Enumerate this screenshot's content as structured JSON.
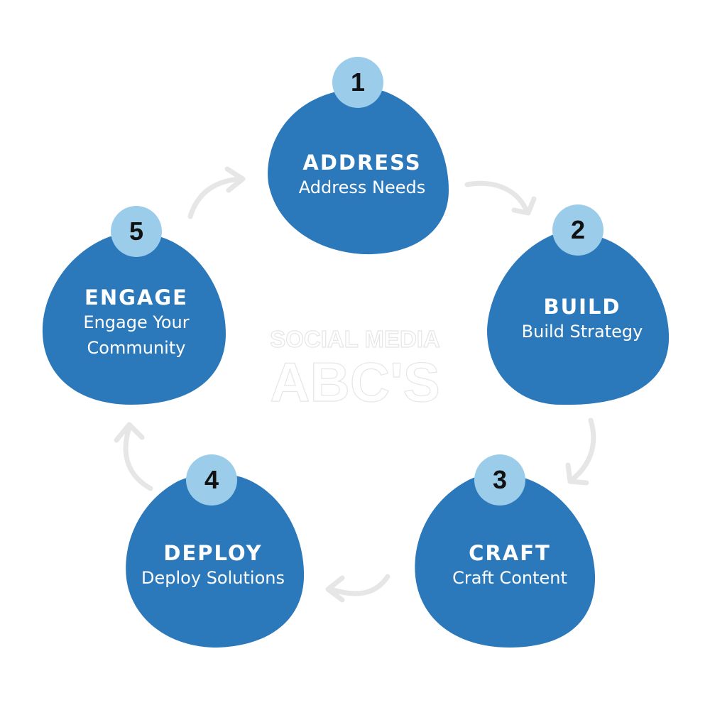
{
  "center": {
    "line1": "SOCIAL MEDIA",
    "line2": "ABC'S"
  },
  "steps": [
    {
      "number": "1",
      "title": "ADDRESS",
      "desc": [
        "Address Needs"
      ]
    },
    {
      "number": "2",
      "title": "BUILD",
      "desc": [
        "Build Strategy"
      ]
    },
    {
      "number": "3",
      "title": "CRAFT",
      "desc": [
        "Craft Content"
      ]
    },
    {
      "number": "4",
      "title": "DEPLOY",
      "desc": [
        "Deploy Solutions"
      ]
    },
    {
      "number": "5",
      "title": "ENGAGE",
      "desc": [
        "Engage Your",
        "Community"
      ]
    }
  ],
  "colors": {
    "blob": "#2b79bb",
    "badge": "#9bcdeb",
    "arrow": "#e6e6e6",
    "text": "#ffffff"
  },
  "icons": {
    "arrows": "curved-arrow-icon"
  }
}
